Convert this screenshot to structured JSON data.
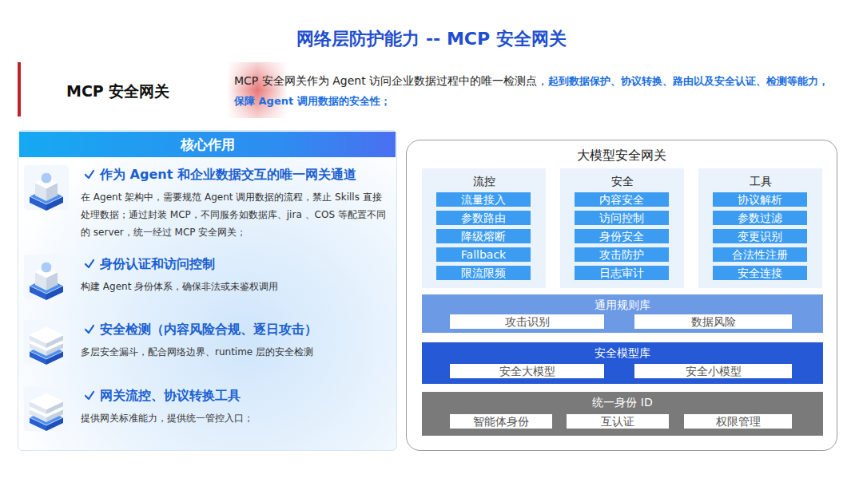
{
  "diagram": {
    "title": "网络层防护能力 -- MCP 安全网关",
    "nodes": [
      {
        "text": [
          "MCP 安全网关",
          "MCP 安全网关作为 Agent 访问企业数据过程中的唯一检测点，",
          "起到数据保护、协议转换、路由以及安全认证、检测等能力，保障 Agent 调用数据的安全性；"
        ]
      },
      {
        "text": [
          "核心作用"
        ]
      },
      {
        "text": [
          "作为 Agent 和企业数据交互的唯一网关通道",
          "在 Agent 架构中，需要规范 Agent 调用数据的流程，禁止 Skills 直接处理数据；通过封装 MCP，不同服务如数据库、jira 、COS 等配置不同的 server，统一经过 MCP 安全网关；"
        ],
        "in": 1
      },
      {
        "text": [
          "身份认证和访问控制",
          "构建 Agent 身份体系，确保非法或未鉴权调用"
        ],
        "in": 1
      },
      {
        "text": [
          "安全检测（内容风险合规、逐日攻击）",
          "多层安全漏斗，配合网络边界、runtime 层的安全检测"
        ],
        "in": 1
      },
      {
        "text": [
          "网关流控、协议转换工具",
          "提供网关标准能力，提供统一管控入口；"
        ],
        "in": 1
      },
      {
        "text": [
          "大模型安全网关"
        ]
      },
      {
        "text": [
          "流控"
        ],
        "in": 6
      },
      {
        "text": [
          "流量接入"
        ],
        "in": 7
      },
      {
        "text": [
          "参数路由"
        ],
        "in": 7
      },
      {
        "text": [
          "降级熔断"
        ],
        "in": 7
      },
      {
        "text": [
          "Fallback"
        ],
        "in": 7
      },
      {
        "text": [
          "限流限频"
        ],
        "in": 7
      },
      {
        "text": [
          "安全"
        ],
        "in": 6
      },
      {
        "text": [
          "内容安全"
        ],
        "in": 13
      },
      {
        "text": [
          "访问控制"
        ],
        "in": 13
      },
      {
        "text": [
          "身份安全"
        ],
        "in": 13
      },
      {
        "text": [
          "攻击防护"
        ],
        "in": 13
      },
      {
        "text": [
          "日志审计"
        ],
        "in": 13
      },
      {
        "text": [
          "工具"
        ],
        "in": 6
      },
      {
        "text": [
          "协议解析"
        ],
        "in": 19
      },
      {
        "text": [
          "参数过滤"
        ],
        "in": 19
      },
      {
        "text": [
          "变更识别"
        ],
        "in": 19
      },
      {
        "text": [
          "合法性注册"
        ],
        "in": 19
      },
      {
        "text": [
          "安全连接"
        ],
        "in": 19
      },
      {
        "text": [
          "通用规则库"
        ],
        "in": 6
      },
      {
        "text": [
          "攻击识别"
        ],
        "in": 25
      },
      {
        "text": [
          "数据风险"
        ],
        "in": 25
      },
      {
        "text": [
          "安全模型库"
        ],
        "in": 6
      },
      {
        "text": [
          "安全大模型"
        ],
        "in": 28
      },
      {
        "text": [
          "安全小模型"
        ],
        "in": 28
      },
      {
        "text": [
          "统一身份 ID"
        ],
        "in": 6
      },
      {
        "text": [
          "智能体身份"
        ],
        "in": 31
      },
      {
        "text": [
          "互认证"
        ],
        "in": 31
      },
      {
        "text": [
          "权限管理"
        ],
        "in": 31
      }
    ]
  }
}
